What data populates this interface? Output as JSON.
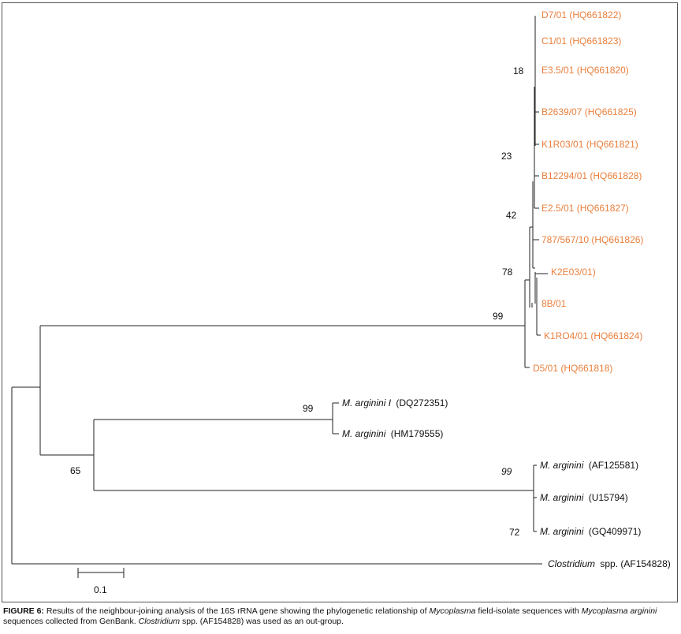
{
  "tree": {
    "leaves": [
      {
        "id": "d7",
        "name": "D7/01 (HQ661822)",
        "group": "field"
      },
      {
        "id": "c1",
        "name": "C1/01 (HQ661823)",
        "group": "field"
      },
      {
        "id": "e35",
        "name": "E3.5/01 (HQ661820)",
        "group": "field"
      },
      {
        "id": "b2639",
        "name": "B2639/07 (HQ661825)",
        "group": "field"
      },
      {
        "id": "k1r03",
        "name": "K1R03/01 (HQ661821)",
        "group": "field"
      },
      {
        "id": "b12294",
        "name": "B12294/01 (HQ661828)",
        "group": "field"
      },
      {
        "id": "e25",
        "name": "E2.5/01 (HQ661827)",
        "group": "field"
      },
      {
        "id": "787",
        "name": "787/567/10 (HQ661826)",
        "group": "field"
      },
      {
        "id": "k2e03",
        "name": "K2E03/01)",
        "group": "field"
      },
      {
        "id": "8b",
        "name": "8B/01",
        "group": "field"
      },
      {
        "id": "k1ro4",
        "name": "K1RO4/01 (HQ661824)",
        "group": "field"
      },
      {
        "id": "d5",
        "name": "D5/01 (HQ661818)",
        "group": "field"
      },
      {
        "id": "dq",
        "species": "M. arginini I",
        "accession": "(DQ272351)",
        "group": "genbank"
      },
      {
        "id": "hm",
        "species": "M. arginini",
        "accession": "(HM179555)",
        "group": "genbank"
      },
      {
        "id": "af125",
        "species": "M. arginini",
        "accession": "(AF125581)",
        "group": "genbank"
      },
      {
        "id": "u157",
        "species": "M. arginini",
        "accession": "(U15794)",
        "group": "genbank"
      },
      {
        "id": "gq",
        "species": "M. arginini",
        "accession": "(GQ409971)",
        "group": "genbank"
      },
      {
        "id": "clos",
        "species": "Clostridium",
        "accession": "spp. (AF154828)",
        "group": "outgroup"
      }
    ],
    "bootstrap": [
      "18",
      "23",
      "42",
      "78",
      "99",
      "99",
      "65",
      "99",
      "72"
    ],
    "scale_label": "0.1",
    "colors": {
      "field": "#e87f3c",
      "genbank": "#111111",
      "branch": "#222222"
    }
  },
  "caption": {
    "label": "FIGURE 6:",
    "t1": " Results of the neighbour-joining analysis of the 16S rRNA gene showing the phylogenetic relationship of ",
    "i1": "Mycoplasma",
    "t2": " field-isolate sequences with ",
    "i2": "Mycoplasma arginini",
    "t3": " sequences collected from GenBank. ",
    "i3": "Clostridium",
    "t4": " spp. (AF154828) was used as an out-group."
  }
}
